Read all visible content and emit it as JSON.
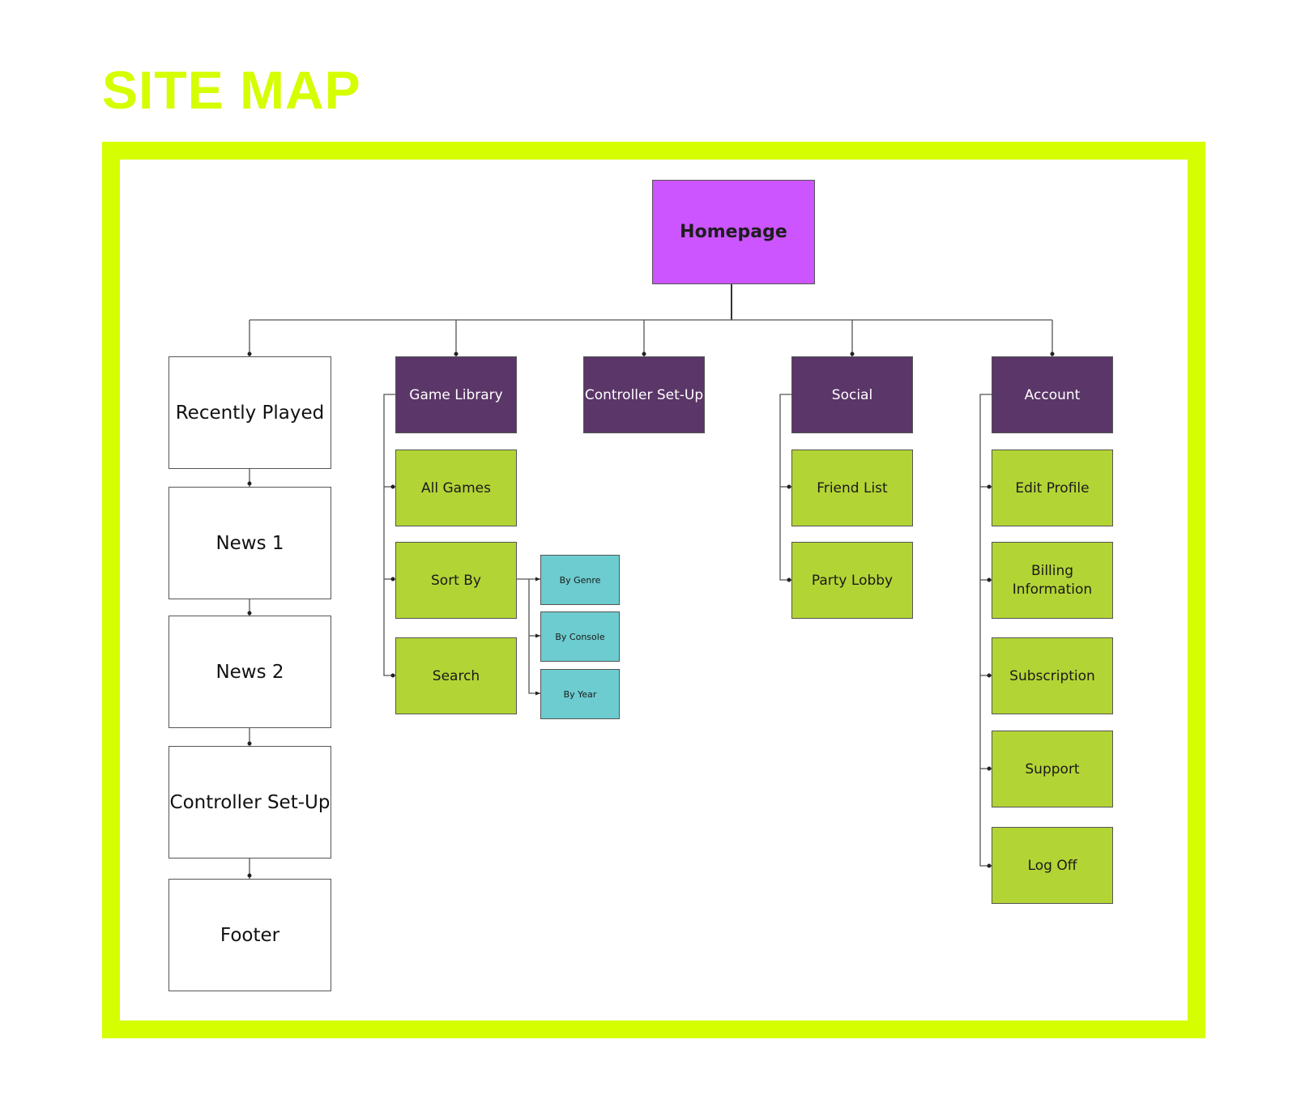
{
  "title": "SITE MAP",
  "colors": {
    "accent": "#d5fe00",
    "homepage": "#cc55ff",
    "section": "#5b3668",
    "page": "#b3d435",
    "subpage": "#6ccccf",
    "homepage_section": "#ffffff"
  },
  "homepage": "Homepage",
  "homepage_sections": [
    "Recently Played",
    "News 1",
    "News 2",
    "Controller Set-Up",
    "Footer"
  ],
  "sections": {
    "game_library": {
      "label": "Game Library",
      "children": [
        "All Games",
        "Sort By",
        "Search"
      ],
      "sort_by_options": [
        "By Genre",
        "By Console",
        "By Year"
      ]
    },
    "controller_setup": {
      "label": "Controller Set-Up"
    },
    "social": {
      "label": "Social",
      "children": [
        "Friend List",
        "Party Lobby"
      ]
    },
    "account": {
      "label": "Account",
      "children": [
        "Edit Profile",
        "Billing Information",
        "Subscription",
        "Support",
        "Log Off"
      ]
    }
  }
}
